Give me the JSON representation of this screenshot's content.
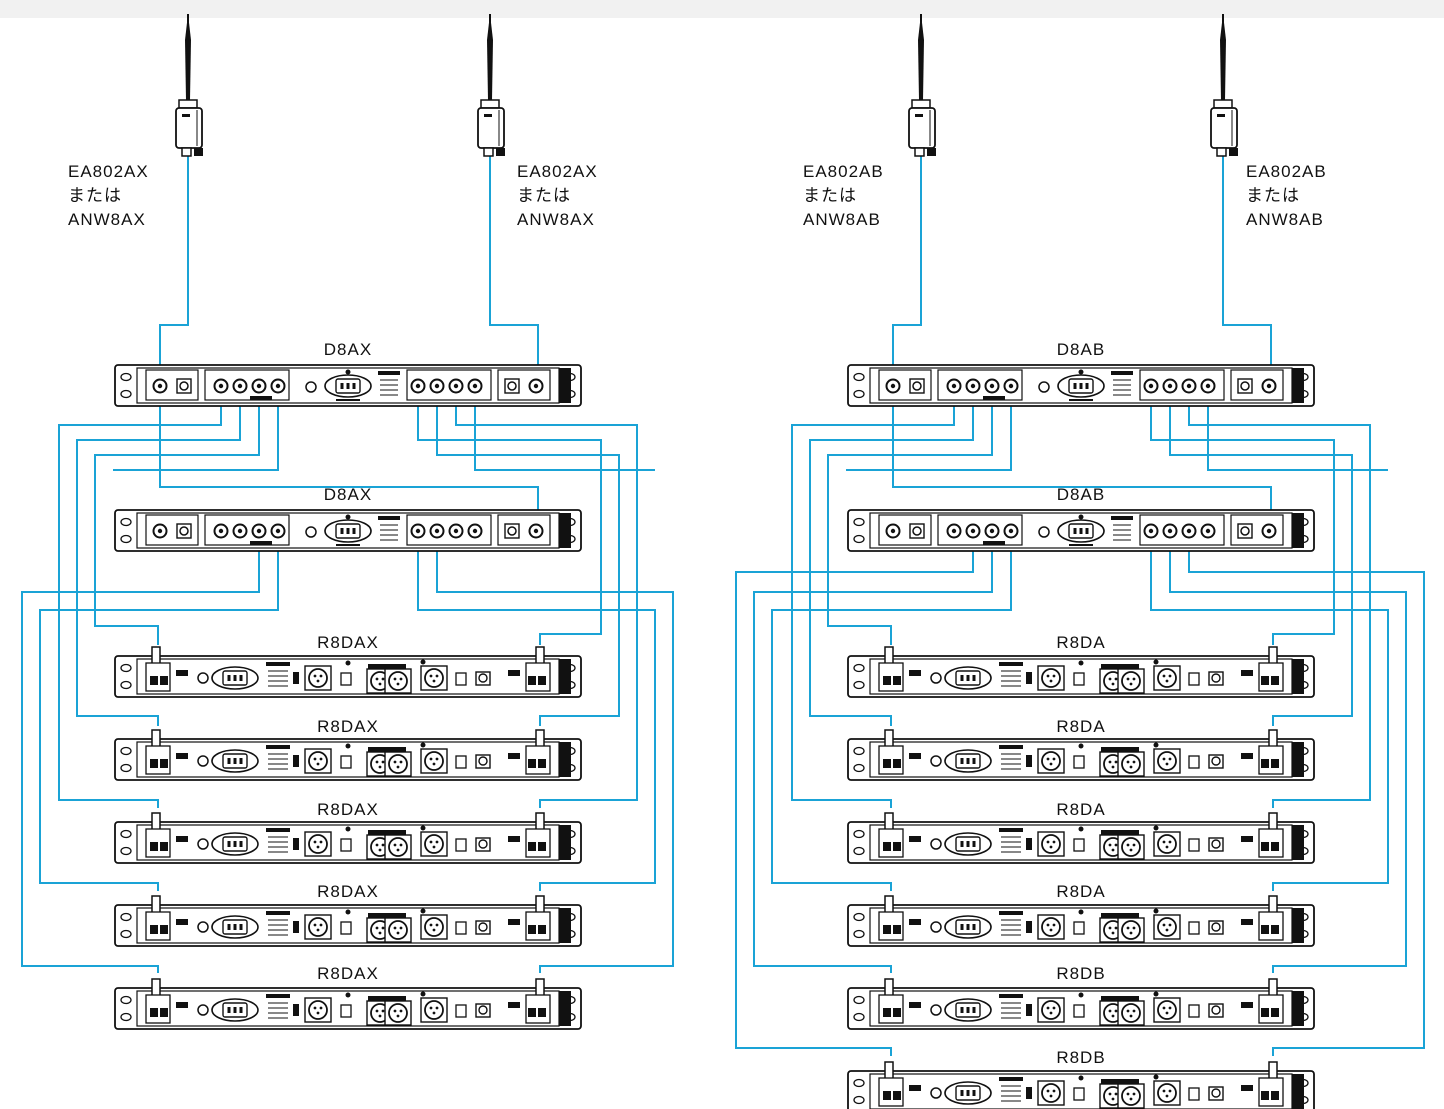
{
  "colors": {
    "cable": "#1aa3d6",
    "ink": "#111111",
    "panel": "#ffffff",
    "background": "#ffffff"
  },
  "left_system": {
    "antennas": [
      {
        "lines": [
          "EA802AX",
          "または",
          "ANW8AX"
        ]
      },
      {
        "lines": [
          "EA802AX",
          "または",
          "ANW8AX"
        ]
      }
    ],
    "distributors": [
      "D8AX",
      "D8AX"
    ],
    "receivers": [
      "R8DAX",
      "R8DAX",
      "R8DAX",
      "R8DAX",
      "R8DAX"
    ]
  },
  "right_system": {
    "antennas": [
      {
        "lines": [
          "EA802AB",
          "または",
          "ANW8AB"
        ]
      },
      {
        "lines": [
          "EA802AB",
          "または",
          "ANW8AB"
        ]
      }
    ],
    "distributors": [
      "D8AB",
      "D8AB"
    ],
    "receivers": [
      "R8DA",
      "R8DA",
      "R8DA",
      "R8DA",
      "R8DB",
      "R8DB"
    ]
  }
}
